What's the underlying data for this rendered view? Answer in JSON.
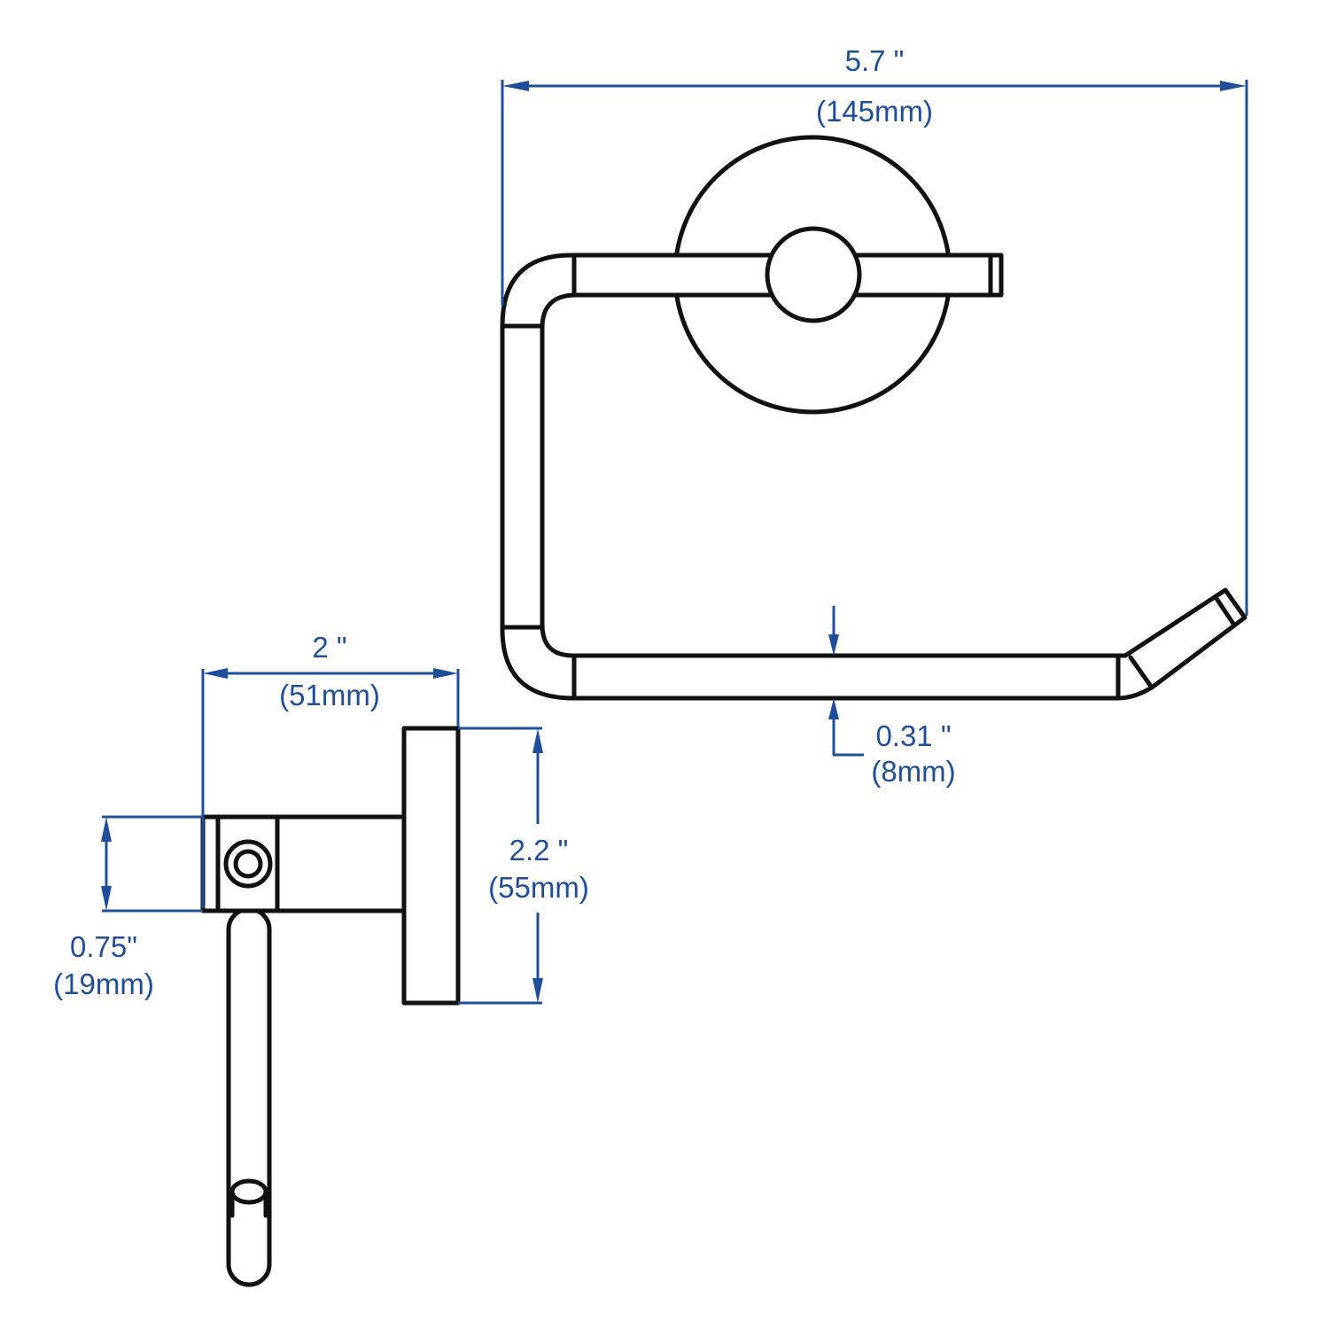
{
  "colors": {
    "dimension": "#1f4f9a",
    "outline": "#111111",
    "background": "#ffffff"
  },
  "dimensions": {
    "overall_width": {
      "imperial": "5.7 \"",
      "metric": "(145mm)"
    },
    "bar_thickness": {
      "imperial": "0.31 \"",
      "metric": "(8mm)"
    },
    "projection_depth": {
      "imperial": "2 \"",
      "metric": "(51mm)"
    },
    "base_height": {
      "imperial": "2.2 \"",
      "metric": "(55mm)"
    },
    "arm_height": {
      "imperial": "0.75\"",
      "metric": "(19mm)"
    }
  }
}
